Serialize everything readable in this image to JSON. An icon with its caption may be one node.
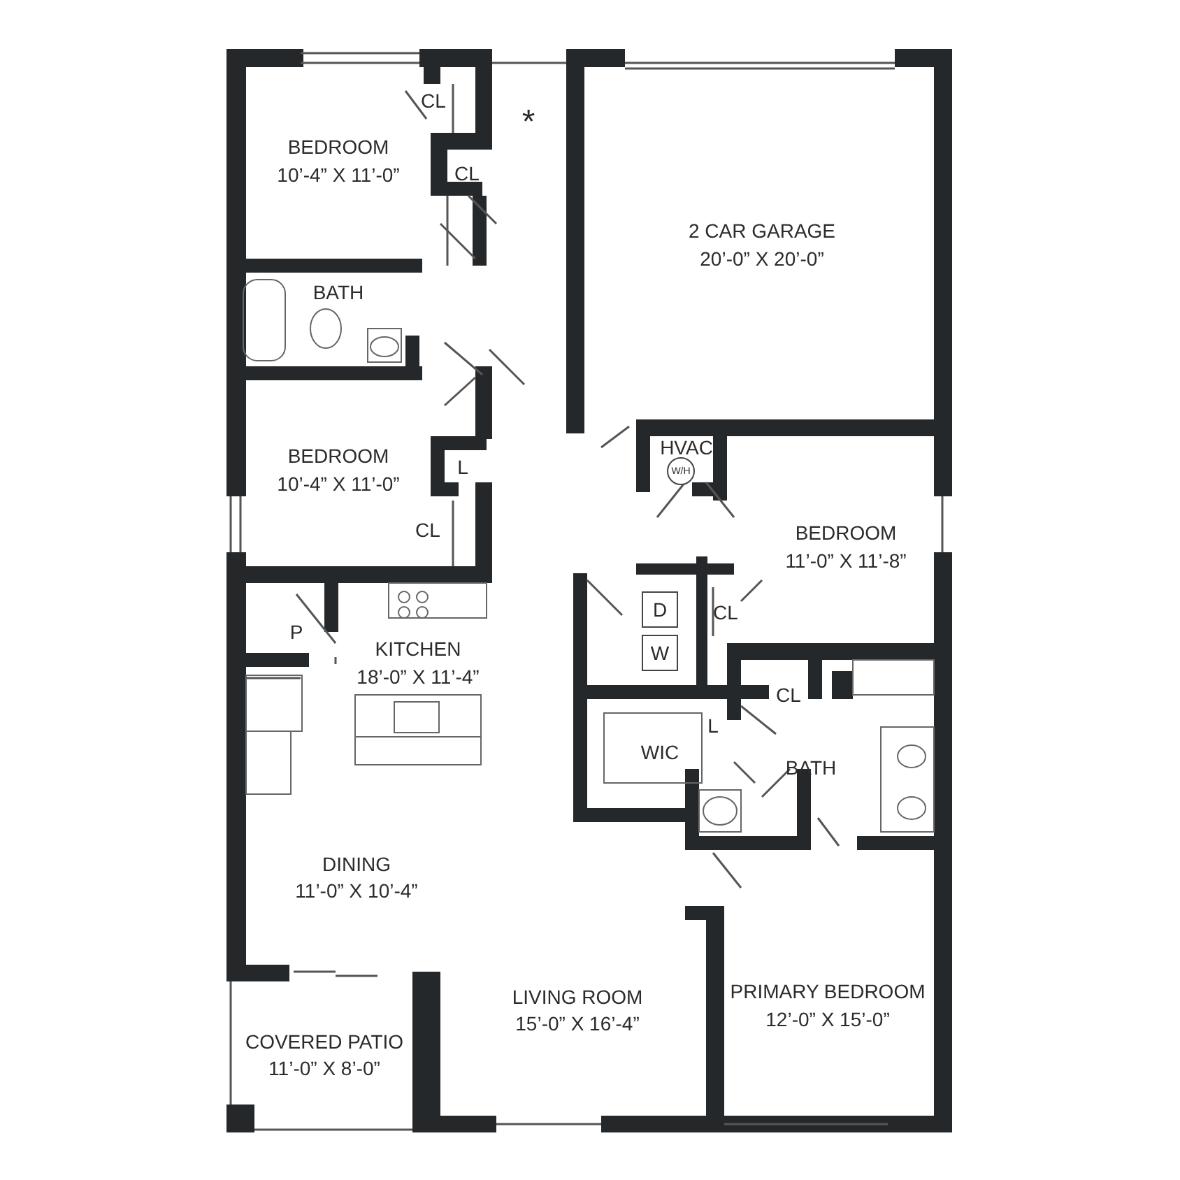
{
  "diagram": {
    "nodes": [
      {
        "text": [
          "W/H"
        ]
      },
      {
        "text": [
          "D"
        ]
      },
      {
        "text": [
          "W"
        ]
      }
    ],
    "labels": [
      "CL",
      "*",
      "BEDROOM",
      "10’-4” X 11’-0”",
      "CL",
      "2 CAR GARAGE",
      "20’-0” X 20’-0”",
      "BATH",
      "HVAC",
      "BEDROOM",
      "10’-4” X 11’-0”",
      "L",
      "CL",
      "BEDROOM",
      "11’-0” X 11’-8”",
      "CL",
      "P",
      "KITCHEN",
      "18’-0” X 11’-4”",
      "CL",
      "L",
      "WIC",
      "BATH",
      "DINING",
      "11’-0” X 10’-4”",
      "PRIMARY BEDROOM",
      "12’-0” X 15’-0”",
      "LIVING ROOM",
      "15’-0” X 16’-4”",
      "COVERED PATIO",
      "11’-0” X 8’-0”"
    ]
  }
}
